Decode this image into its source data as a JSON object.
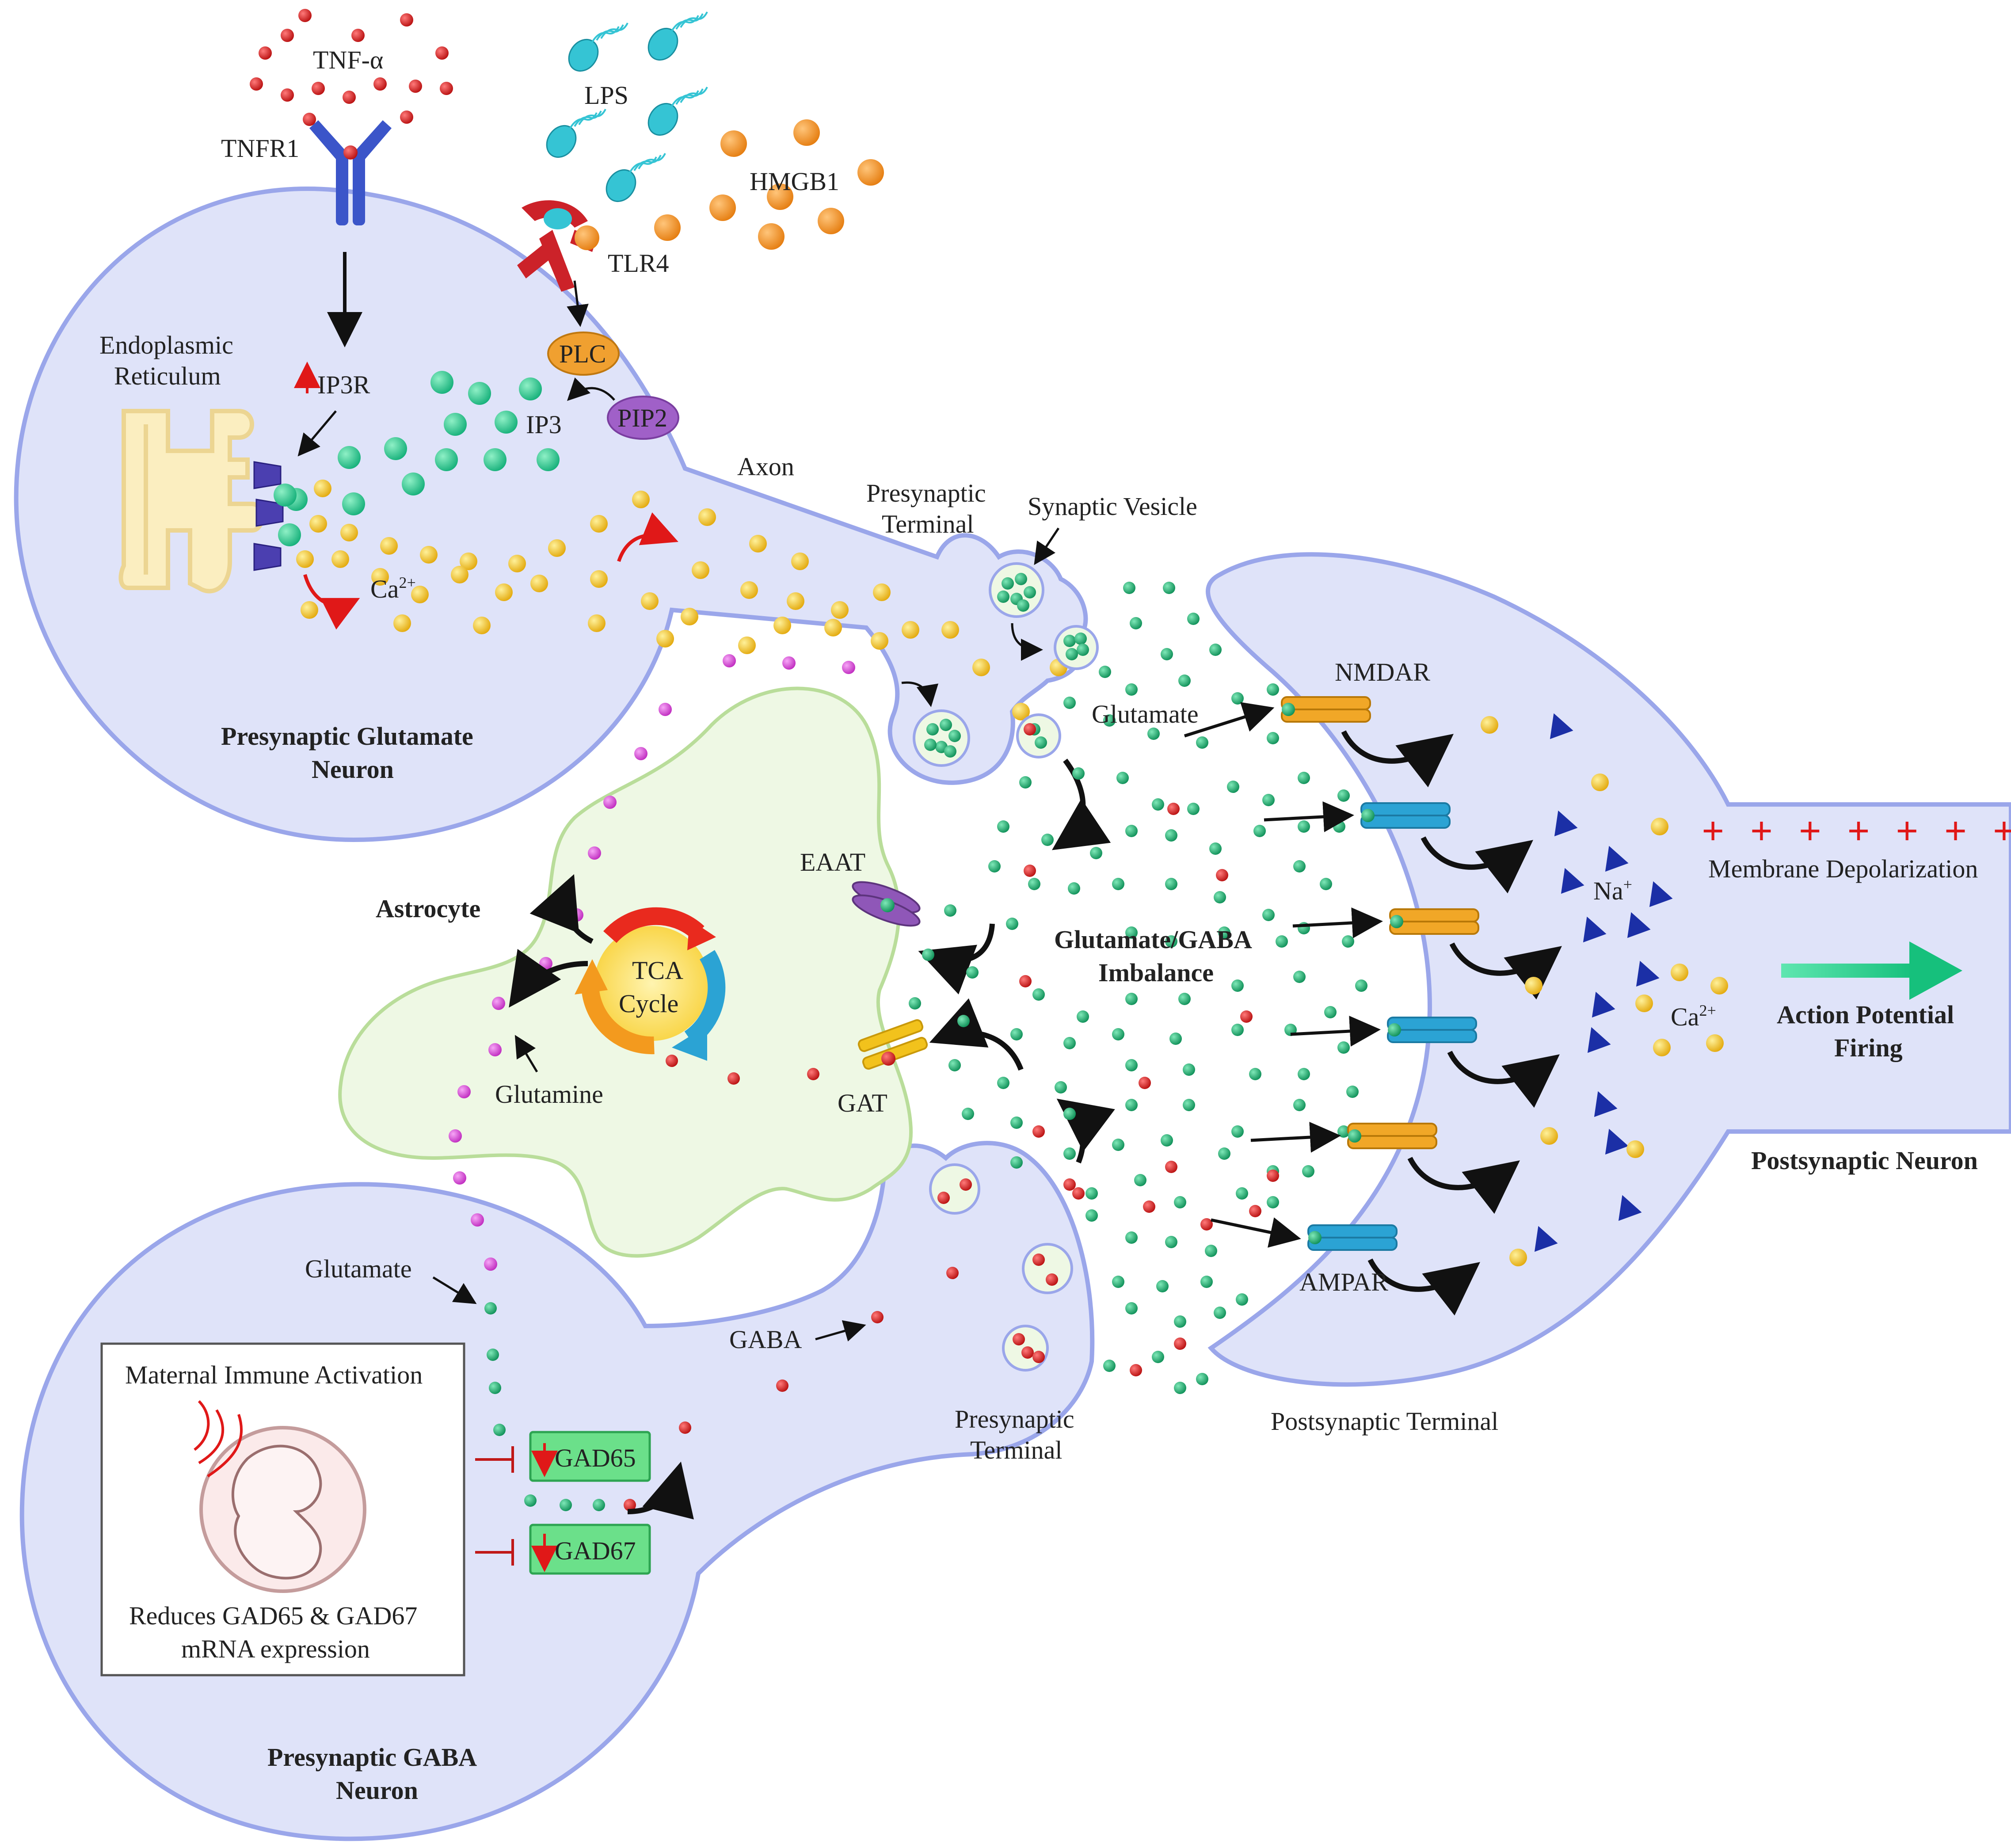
{
  "labels": {
    "tnf_alpha": "TNF-α",
    "tnfr1": "TNFR1",
    "lps": "LPS",
    "hmgb1": "HMGB1",
    "tlr4": "TLR4",
    "er_line1": "Endoplasmic",
    "er_line2": "Reticulum",
    "ip3r": "IP3R",
    "plc": "PLC",
    "pip2": "PIP2",
    "ip3": "IP3",
    "ca_top": "Ca",
    "ca_sup": "2+",
    "axon": "Axon",
    "pre_terminal_top_1": "Presynaptic",
    "pre_terminal_top_2": "Terminal",
    "synaptic_vesicle": "Synaptic Vesicle",
    "glutamate_center": "Glutamate",
    "nmdar": "NMDAR",
    "ampar": "AMPAR",
    "eaat": "EAAT",
    "gat": "GAT",
    "astrocyte": "Astrocyte",
    "tca_line1": "TCA",
    "tca_line2": "Cycle",
    "glutamine": "Glutamine",
    "imbalance_line1": "Glutamate/GABA",
    "imbalance_line2": "Imbalance",
    "na": "Na",
    "na_sup": "+",
    "ca_post": "Ca",
    "ca_post_sup": "2+",
    "membrane_depolarization": "Membrane Depolarization",
    "action_potential_line1": "Action Potential",
    "action_potential_line2": "Firing",
    "postsynaptic_neuron": "Postsynaptic Neuron",
    "postsynaptic_terminal": "Postsynaptic Terminal",
    "pre_terminal_bottom_1": "Presynaptic",
    "pre_terminal_bottom_2": "Terminal",
    "gaba": "GABA",
    "glutamate_gaba_neuron": "Glutamate",
    "gad65": "GAD65",
    "gad67": "GAD67",
    "mia_title": "Maternal Immune Activation",
    "mia_caption_1": "Reduces GAD65 & GAD67",
    "mia_caption_2": "mRNA expression",
    "glut_neuron_line1": "Presynaptic Glutamate",
    "glut_neuron_line2": "Neuron",
    "gaba_neuron_line1": "Presynaptic GABA",
    "gaba_neuron_line2": "Neuron",
    "depolarization_signs": "+ + + + + + +"
  },
  "colors": {
    "neuron_fill": "#dfe3f9",
    "neuron_stroke": "#9aa6ea",
    "astrocyte_fill": "#eef8e4",
    "astrocyte_stroke": "#b9dd9a",
    "glutamate": "#1aa36a",
    "ip3": "#2ac98f",
    "calcium": "#f2c21c",
    "gaba": "#d21c1c",
    "glutamine": "#d64ad6",
    "tnf": "#c8141e",
    "hmgb1": "#f0962a",
    "lps": "#35c4d4",
    "nmdar": "#f1a727",
    "ampar": "#2ba3d4",
    "sodium": "#1b2fa6",
    "gad_box": "#6be08a",
    "arrow_green": "#2dd48e",
    "tlr4": "#cc2229",
    "tnfr1": "#3b55c9"
  }
}
